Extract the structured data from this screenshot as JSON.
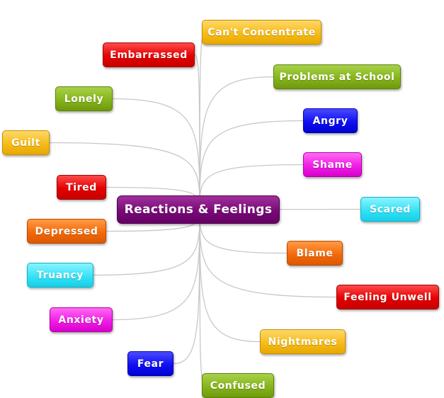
{
  "central": {
    "label": "Reactions & Feelings",
    "color": "#7a0a78"
  },
  "topics": [
    {
      "id": "cant-concentrate",
      "label": "Can't Concentrate",
      "color": "yellow"
    },
    {
      "id": "embarrassed",
      "label": "Embarrassed",
      "color": "red"
    },
    {
      "id": "problems-at-school",
      "label": "Problems at School",
      "color": "green"
    },
    {
      "id": "lonely",
      "label": "Lonely",
      "color": "green"
    },
    {
      "id": "angry",
      "label": "Angry",
      "color": "blue"
    },
    {
      "id": "guilt",
      "label": "Guilt",
      "color": "yellow"
    },
    {
      "id": "shame",
      "label": "Shame",
      "color": "magenta"
    },
    {
      "id": "tired",
      "label": "Tired",
      "color": "red"
    },
    {
      "id": "scared",
      "label": "Scared",
      "color": "cyan"
    },
    {
      "id": "depressed",
      "label": "Depressed",
      "color": "orange"
    },
    {
      "id": "blame",
      "label": "Blame",
      "color": "orange"
    },
    {
      "id": "truancy",
      "label": "Truancy",
      "color": "cyan"
    },
    {
      "id": "feeling-unwell",
      "label": "Feeling Unwell",
      "color": "red"
    },
    {
      "id": "anxiety",
      "label": "Anxiety",
      "color": "magenta"
    },
    {
      "id": "nightmares",
      "label": "Nightmares",
      "color": "yellow"
    },
    {
      "id": "fear",
      "label": "Fear",
      "color": "blue"
    },
    {
      "id": "confused",
      "label": "Confused",
      "color": "green"
    }
  ],
  "palette": {
    "red": "#e40000",
    "orange": "#f46a0a",
    "yellow": "#f6bc1a",
    "green": "#86b41c",
    "blue": "#1010f2",
    "magenta": "#f01ee6",
    "cyan": "#36e2f6",
    "purple": "#7a0a78",
    "link": "#c8c8c8"
  }
}
